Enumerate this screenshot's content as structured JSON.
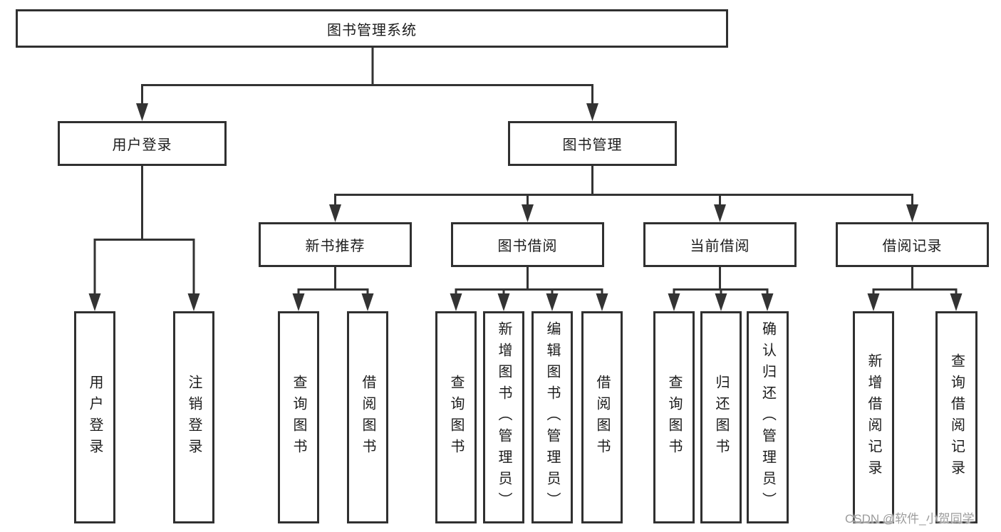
{
  "diagram": {
    "root_label": "图书管理系统",
    "level2": [
      {
        "label": "用户登录"
      },
      {
        "label": "图书管理"
      }
    ],
    "level3": [
      {
        "label": "新书推荐"
      },
      {
        "label": "图书借阅"
      },
      {
        "label": "当前借阅"
      },
      {
        "label": "借阅记录"
      }
    ],
    "leaves": {
      "user_login": [
        {
          "label": "用户登录"
        },
        {
          "label": "注销登录"
        }
      ],
      "new_book": [
        {
          "label": "查询图书"
        },
        {
          "label": "借阅图书"
        }
      ],
      "book_borrow": [
        {
          "label": "查询图书"
        },
        {
          "label": "新增图书（管理员）"
        },
        {
          "label": "编辑图书（管理员）"
        },
        {
          "label": "借阅图书"
        }
      ],
      "current_borrow": [
        {
          "label": "查询图书"
        },
        {
          "label": "归还图书"
        },
        {
          "label": "确认归还（管理员）"
        }
      ],
      "borrow_record": [
        {
          "label": "新增借阅记录"
        },
        {
          "label": "查询借阅记录"
        }
      ]
    },
    "watermark": "CSDN @软件_小贺同学",
    "colors": {
      "line": "#333333",
      "box_border": "#303030",
      "text": "#1c1c1c",
      "watermark_text": "#9c9c9c",
      "background": "#ffffff"
    }
  }
}
